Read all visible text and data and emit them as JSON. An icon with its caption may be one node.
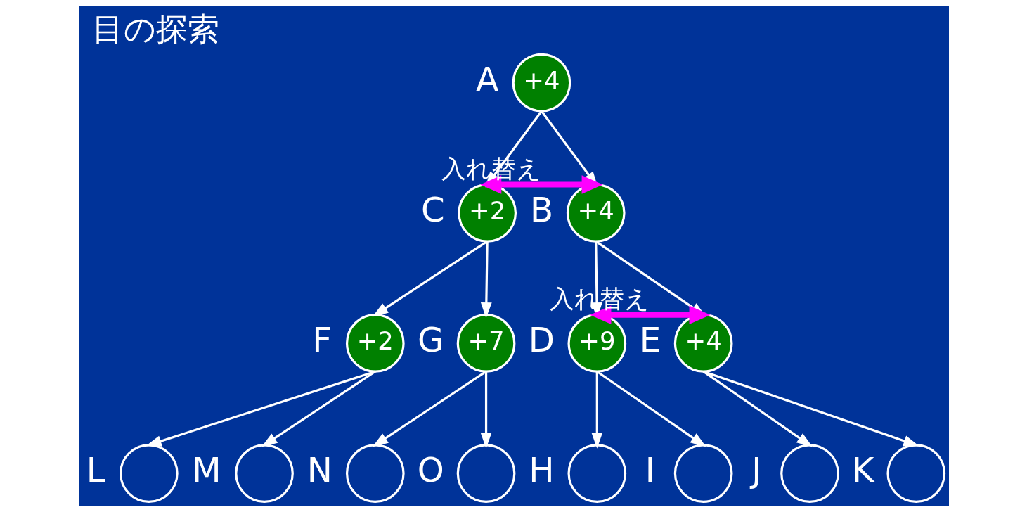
{
  "diagram": {
    "title": "目の探索",
    "nodes": [
      {
        "text": [
          "+4"
        ],
        "beside": [
          "A"
        ]
      },
      {
        "text": [
          "+2"
        ],
        "beside": [
          "C"
        ]
      },
      {
        "text": [
          "+4"
        ],
        "beside": [
          "B"
        ]
      },
      {
        "text": [
          "+2"
        ],
        "beside": [
          "F"
        ]
      },
      {
        "text": [
          "+7"
        ],
        "beside": [
          "G"
        ]
      },
      {
        "text": [
          "+9"
        ],
        "beside": [
          "D"
        ]
      },
      {
        "text": [
          "+4"
        ],
        "beside": [
          "E"
        ]
      },
      {
        "text": [],
        "shape": "circle",
        "beside": [
          "L"
        ]
      },
      {
        "text": [],
        "shape": "circle",
        "beside": [
          "M"
        ]
      },
      {
        "text": [],
        "shape": "circle",
        "beside": [
          "N"
        ]
      },
      {
        "text": [],
        "shape": "circle",
        "beside": [
          "O"
        ]
      },
      {
        "text": [],
        "shape": "circle",
        "beside": [
          "H"
        ]
      },
      {
        "text": [],
        "shape": "circle",
        "beside": [
          "I"
        ]
      },
      {
        "text": [],
        "shape": "circle",
        "beside": [
          "J"
        ]
      },
      {
        "text": [],
        "shape": "circle",
        "beside": [
          "K"
        ]
      }
    ],
    "edges": [
      {
        "from": 0,
        "to": 1,
        "arrow": "to"
      },
      {
        "from": 0,
        "to": 2,
        "arrow": "to"
      },
      {
        "from": 1,
        "to": 3,
        "arrow": "to"
      },
      {
        "from": 1,
        "to": 4,
        "arrow": "to"
      },
      {
        "from": 2,
        "to": 5,
        "arrow": "to"
      },
      {
        "from": 2,
        "to": 6,
        "arrow": "to"
      },
      {
        "from": 3,
        "to": 7,
        "arrow": "to"
      },
      {
        "from": 3,
        "to": 8,
        "arrow": "to"
      },
      {
        "from": 4,
        "to": 9,
        "arrow": "to"
      },
      {
        "from": 4,
        "to": 10,
        "arrow": "to"
      },
      {
        "from": 5,
        "to": 11,
        "arrow": "to"
      },
      {
        "from": 5,
        "to": 12,
        "arrow": "to"
      },
      {
        "from": 6,
        "to": 13,
        "arrow": "to"
      },
      {
        "from": 6,
        "to": 14,
        "arrow": "to"
      },
      {
        "from": 1,
        "to": 2,
        "arrow": "both",
        "label": "入れ替え",
        "style": "thick",
        "color": "#ff00ff"
      },
      {
        "from": 5,
        "to": 6,
        "arrow": "both",
        "label": "入れ替え",
        "style": "thick",
        "color": "#ff00ff"
      }
    ]
  }
}
